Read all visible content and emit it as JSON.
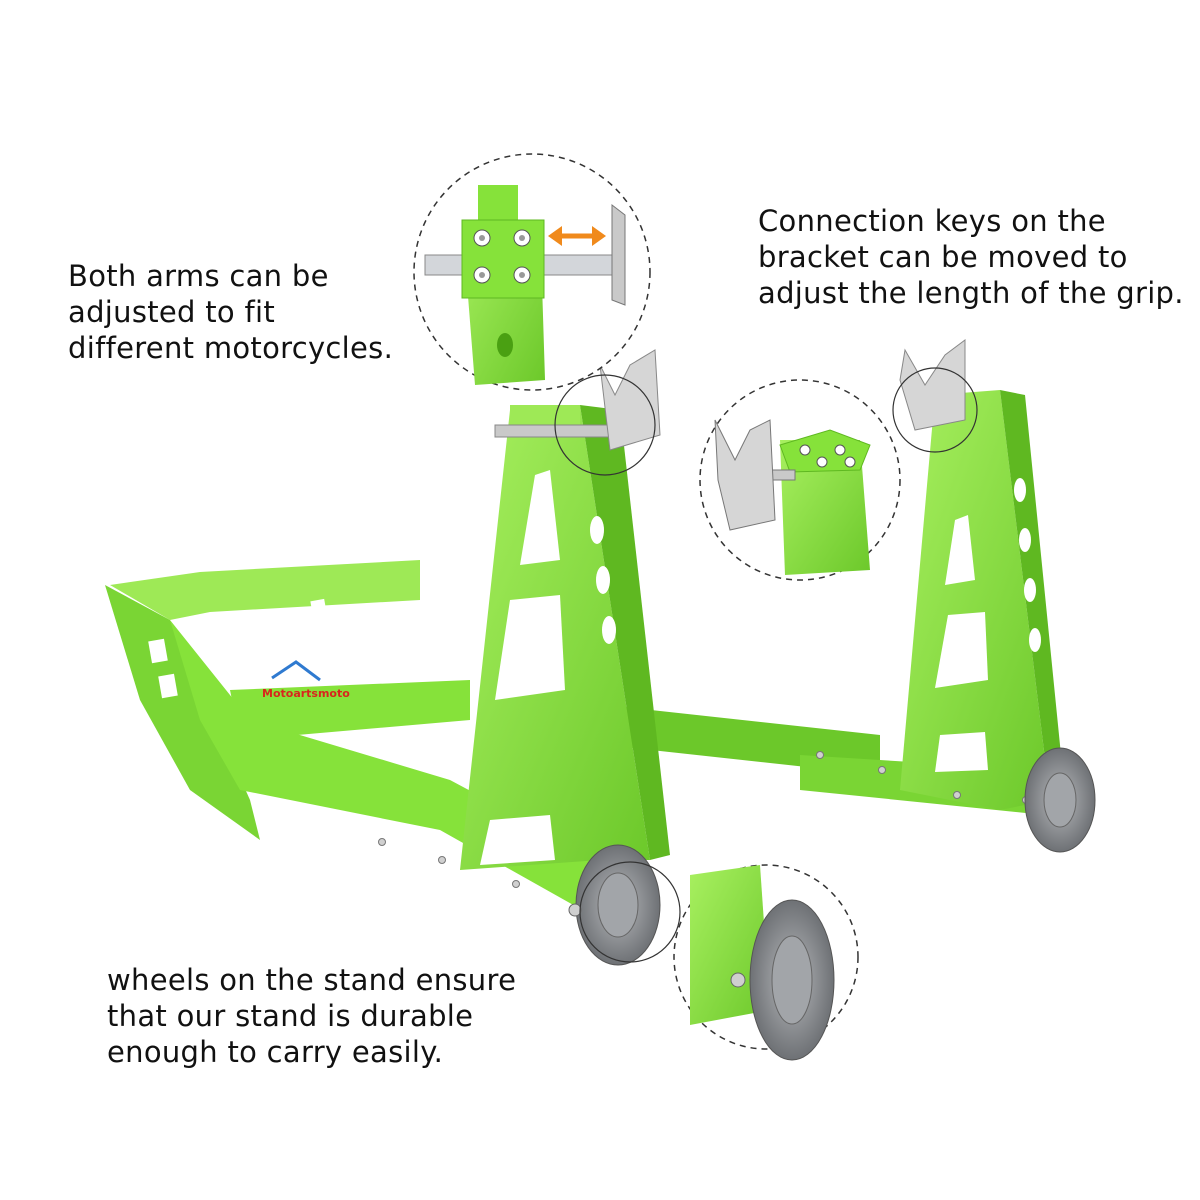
{
  "captions": {
    "arms": [
      "Both arms can be",
      "adjusted to fit",
      "different motorcycles."
    ],
    "keys": [
      "Connection keys on the",
      "bracket can be moved to",
      "adjust the length of the grip."
    ],
    "wheels": [
      "wheels on the stand ensure",
      "that our stand is durable",
      "enough to carry easily."
    ]
  },
  "brand": {
    "logo_text": "Motoartsmoto"
  },
  "colors": {
    "stand_green": "#86e23a",
    "stand_shadow": "#5fb821",
    "stand_light": "#a8f060",
    "metal": "#c9c9c9",
    "wheel": "#8f9296",
    "arrow": "#f08a1c",
    "text": "#111111"
  }
}
